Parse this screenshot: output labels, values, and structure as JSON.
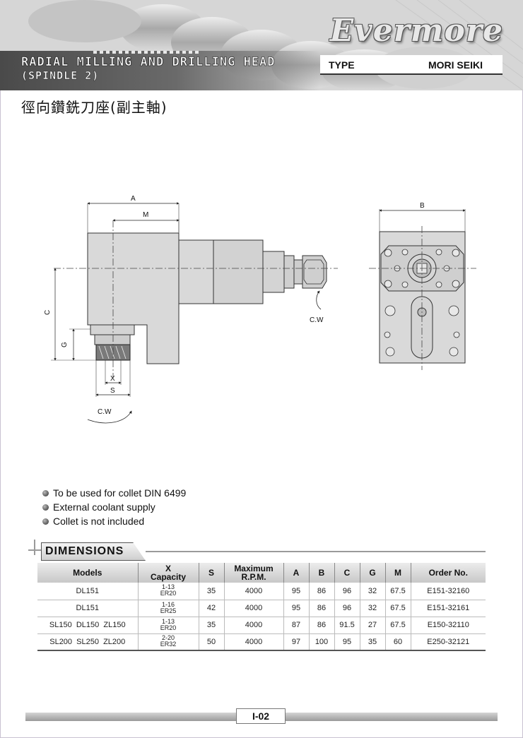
{
  "header": {
    "brand": "Evermore",
    "title_line1": "RADIAL MILLING AND DRILLING HEAD",
    "title_line2": "(SPINDLE 2)",
    "type_label": "TYPE",
    "type_value": "MORI SEIKI",
    "title_chinese": "徑向鑽銑刀座(副主軸)"
  },
  "drawing": {
    "labels": {
      "a": "A",
      "m": "M",
      "b": "B",
      "c": "C",
      "g": "G",
      "x": "X",
      "s": "S",
      "cw_side": "C.W",
      "cw_bottom": "C.W"
    }
  },
  "notes": [
    "To be used for collet DIN 6499",
    "External coolant supply",
    "Collet is not included"
  ],
  "dimensions": {
    "section_title": "DIMENSIONS",
    "columns": {
      "models": "Models",
      "x_top": "X",
      "x_bottom": "Capacity",
      "s": "S",
      "rpm_top": "Maximum",
      "rpm_bottom": "R.P.M.",
      "a": "A",
      "b": "B",
      "c": "C",
      "g": "G",
      "m": "M",
      "order": "Order No."
    },
    "rows": [
      {
        "models": "DL151",
        "x_range": "1-13",
        "x_collet": "ER20",
        "s": "35",
        "rpm": "4000",
        "a": "95",
        "b": "86",
        "c": "96",
        "g": "32",
        "m": "67.5",
        "order": "E151-32160"
      },
      {
        "models": "DL151",
        "x_range": "1-16",
        "x_collet": "ER25",
        "s": "42",
        "rpm": "4000",
        "a": "95",
        "b": "86",
        "c": "96",
        "g": "32",
        "m": "67.5",
        "order": "E151-32161"
      },
      {
        "models": "SL150  DL150  ZL150",
        "x_range": "1-13",
        "x_collet": "ER20",
        "s": "35",
        "rpm": "4000",
        "a": "87",
        "b": "86",
        "c": "91.5",
        "g": "27",
        "m": "67.5",
        "order": "E150-32110"
      },
      {
        "models": "SL200  SL250  ZL200",
        "x_range": "2-20",
        "x_collet": "ER32",
        "s": "50",
        "rpm": "4000",
        "a": "97",
        "b": "100",
        "c": "95",
        "g": "35",
        "m": "60",
        "order": "E250-32121"
      }
    ]
  },
  "footer": {
    "page_number": "I-02"
  }
}
